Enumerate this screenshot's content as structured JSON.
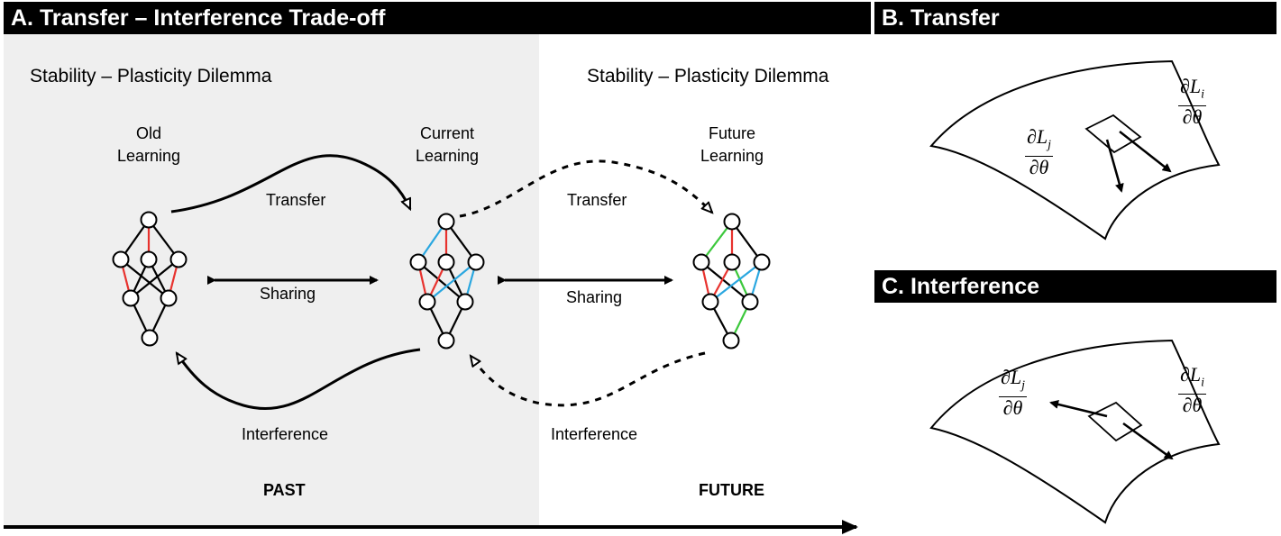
{
  "headers": {
    "a": "A. Transfer – Interference Trade-off",
    "b": "B. Transfer",
    "c": "C. Interference"
  },
  "panel_a": {
    "dilemma_left": "Stability – Plasticity Dilemma",
    "dilemma_right": "Stability – Plasticity Dilemma",
    "old_learning": "Old\nLearning",
    "current_learning": "Current\nLearning",
    "future_learning": "Future\nLearning",
    "transfer_1": "Transfer",
    "transfer_2": "Transfer",
    "sharing_1": "Sharing",
    "sharing_2": "Sharing",
    "interference_1": "Interference",
    "interference_2": "Interference",
    "past": "PAST",
    "future": "FUTURE"
  },
  "panel_b": {
    "grad_j": {
      "num": "∂L",
      "sub": "j",
      "den": "∂θ"
    },
    "grad_i": {
      "num": "∂L",
      "sub": "i",
      "den": "∂θ"
    }
  },
  "panel_c": {
    "grad_j": {
      "num": "∂L",
      "sub": "j",
      "den": "∂θ"
    },
    "grad_i": {
      "num": "∂L",
      "sub": "i",
      "den": "∂θ"
    }
  },
  "colors": {
    "red": "#e8322e",
    "blue": "#2aa7e0",
    "green": "#3cc83c",
    "past_bg": "#efefef"
  }
}
